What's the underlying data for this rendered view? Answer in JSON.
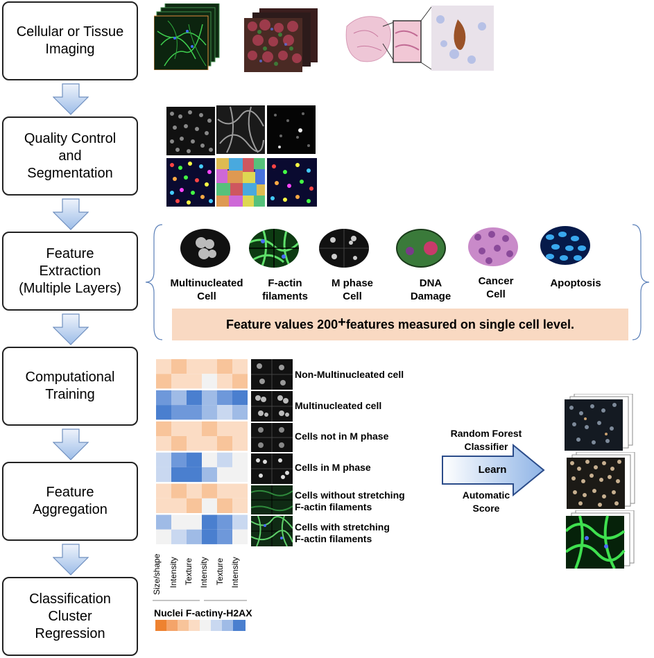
{
  "steps": [
    "Cellular or Tissue\nImaging",
    "Quality Control\nand\nSegmentation",
    "Feature\nExtraction\n(Multiple Layers)",
    "Computational\nTraining",
    "Feature\nAggregation",
    "Classification\nCluster\nRegression"
  ],
  "features": [
    "Multinucleated\nCell",
    "F-actin\nfilaments",
    "M phase\nCell",
    "DNA\nDamage",
    "Cancer\nCell",
    "Apoptosis"
  ],
  "feature_banner": {
    "pre": "Feature values 200",
    "sup": "+",
    "post": " features measured on single cell level."
  },
  "heatmap_rows": [
    "Non-Multinucleated cell",
    "Multinucleated cell",
    "Cells not in M phase",
    "Cells in M phase",
    "Cells without stretching\nF-actin filaments",
    "Cells with stretching\nF-actin filaments"
  ],
  "heatmap_columns": [
    "Size/shape",
    "Intensity",
    "Texture",
    "Intensity",
    "Texture",
    "Intensity"
  ],
  "heatmap_groups": [
    "Nuclei",
    "F-actin",
    "γ-H2AX"
  ],
  "classifier": {
    "top": "Random Forest\nClassifier",
    "arrow": "Learn",
    "bottom": "Automatic\nScore"
  },
  "colors": {
    "orange": "#f4a46a",
    "orange_light": "#fbd7b8",
    "blue": "#4a7fcf",
    "blue_light": "#c9d8f0",
    "banner": "#f9d9c2",
    "arrow_blue": "#9dbde8"
  }
}
